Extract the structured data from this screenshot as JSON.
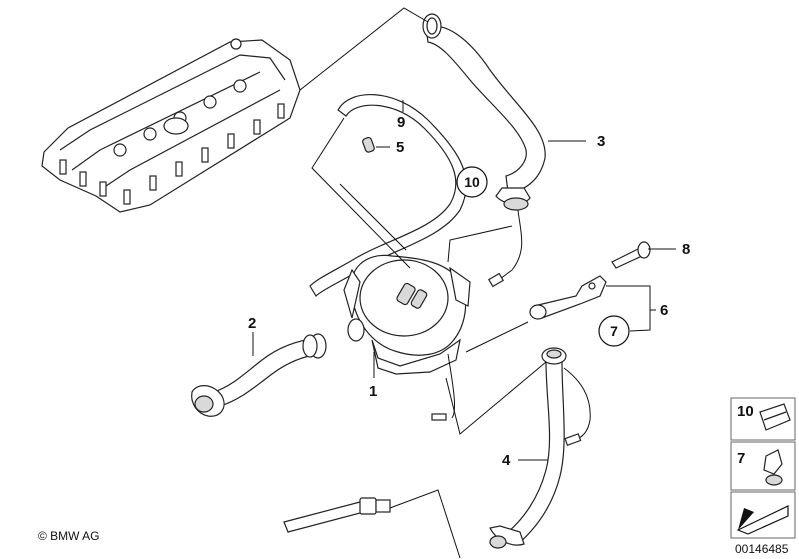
{
  "callouts": {
    "c1": "1",
    "c2": "2",
    "c3": "3",
    "c4": "4",
    "c5": "5",
    "c6": "6",
    "c7": "7",
    "c8": "8",
    "c9": "9",
    "c10": "10"
  },
  "legend": {
    "item_10": "10",
    "item_7": "7"
  },
  "footer": {
    "copyright": "© BMW AG",
    "diagram_id": "00146485"
  }
}
